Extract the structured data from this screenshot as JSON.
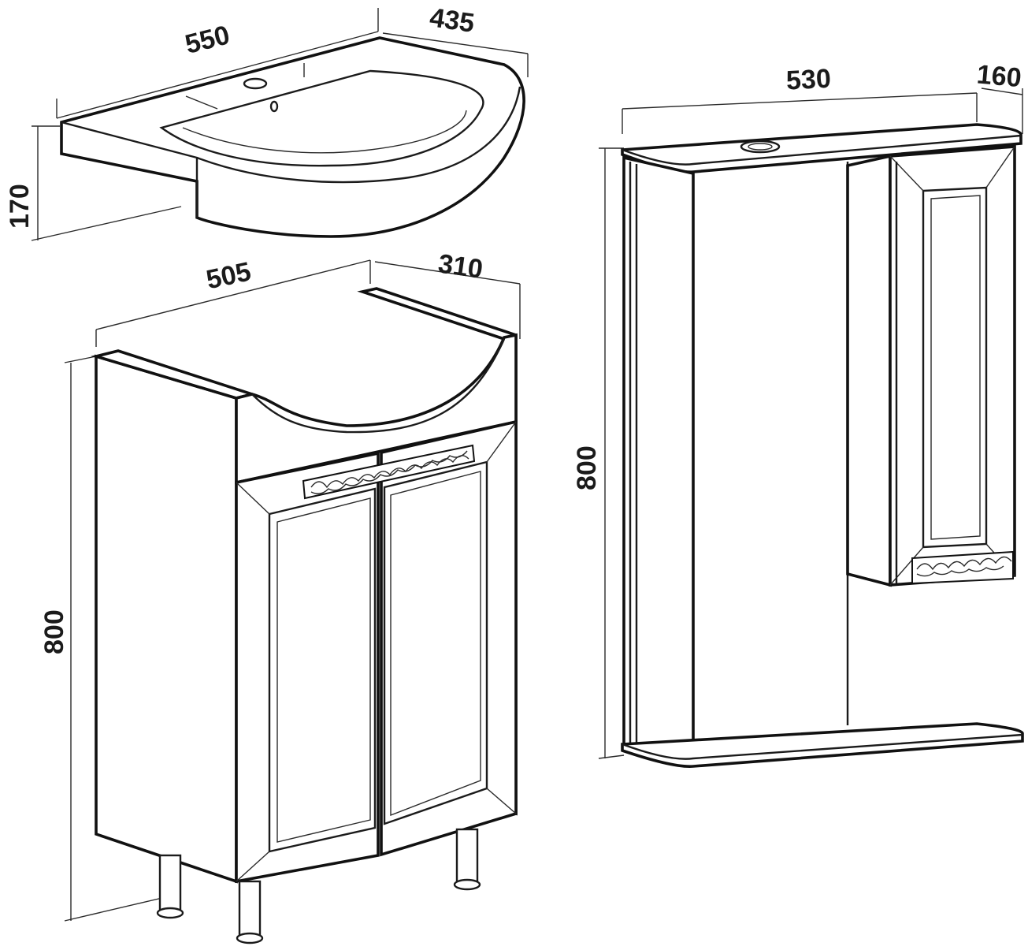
{
  "sink": {
    "width": "550",
    "depth": "435",
    "height": "170"
  },
  "base_cabinet": {
    "width": "505",
    "depth": "310",
    "height": "800"
  },
  "mirror_cabinet": {
    "width": "530",
    "depth": "160",
    "height": "800"
  },
  "colors": {
    "line": "#1b1b1b",
    "background": "#ffffff"
  }
}
